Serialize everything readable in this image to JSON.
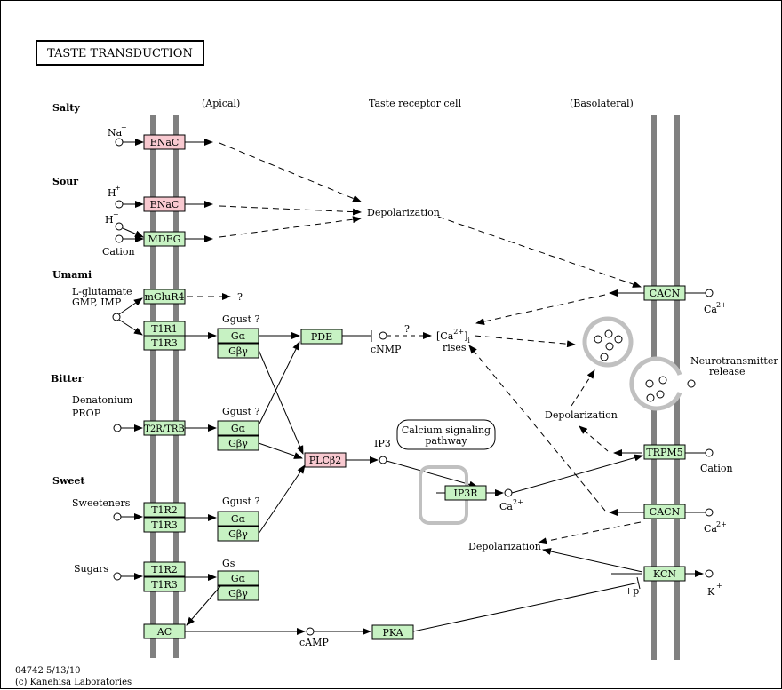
{
  "title": "TASTE  TRANSDUCTION",
  "header": {
    "apical": "(Apical)",
    "cell": "Taste receptor cell",
    "basolateral": "(Basolateral)"
  },
  "sections": {
    "salty": "Salty",
    "sour": "Sour",
    "umami": "Umami",
    "bitter": "Bitter",
    "sweet": "Sweet"
  },
  "compounds": {
    "na": "Na",
    "h1": "H",
    "h2": "H",
    "plus": "+",
    "cation_left": "Cation",
    "lglutamate": "L-glutamate",
    "gmp": "GMP, IMP",
    "denatonium": "Denatonium",
    "prop": "PROP",
    "sweeteners": "Sweeteners",
    "sugars": "Sugars",
    "cnmp": "cNMP",
    "ip3": "IP3",
    "ca_left": "Ca",
    "camp": "cAMP",
    "ca_right1": "Ca",
    "ca_right2": "Ca",
    "cation_right": "Cation",
    "k": "K",
    "twoplus": "2+"
  },
  "genes": {
    "enac1": "ENaC",
    "enac2": "ENaC",
    "mdeg": "MDEG",
    "mglur4": "mGluR4",
    "t1r1": "T1R1",
    "t1r3a": "T1R3",
    "ga1": "Gα",
    "gby1": "Gβγ",
    "pde": "PDE",
    "t2r": "T2R/TRB",
    "ga2": "Gα",
    "gby2": "Gβγ",
    "plcb2": "PLCβ2",
    "t1r2a": "T1R2",
    "t1r3b": "T1R3",
    "ga3": "Gα",
    "gby3": "Gβγ",
    "t1r2b": "T1R2",
    "t1r3c": "T1R3",
    "ga4": "Gα",
    "gby4": "Gβγ",
    "ac": "AC",
    "pka": "PKA",
    "ip3r": "IP3R",
    "cacn1": "CACN",
    "trpm5": "TRPM5",
    "cacn2": "CACN",
    "kcn": "KCN"
  },
  "labels": {
    "depol1": "Depolarization",
    "q1": "?",
    "ggust1": "Ggust ?",
    "ggust2": "Ggust ?",
    "ggust3": "Ggust ?",
    "gs": "Gs",
    "q2": "?",
    "ca_i": "[Ca",
    "ca_sup": "2+",
    "ca_close": "]",
    "ca_sub": "i",
    "rises": "rises",
    "calcium_pathway_1": "Calcium signaling",
    "calcium_pathway_2": "pathway",
    "neuro1": "Neurotransmitter",
    "neuro2": "release",
    "depol2": "Depolarization",
    "depol3": "Depolarization",
    "plusp": "+p"
  },
  "footer": {
    "code": "04742 5/13/10",
    "copyright": "(c) Kanehisa Laboratories"
  },
  "colors": {
    "gene_green": "#c7f2c3",
    "gene_pink": "#f8c9d0",
    "membrane": "#808080"
  }
}
